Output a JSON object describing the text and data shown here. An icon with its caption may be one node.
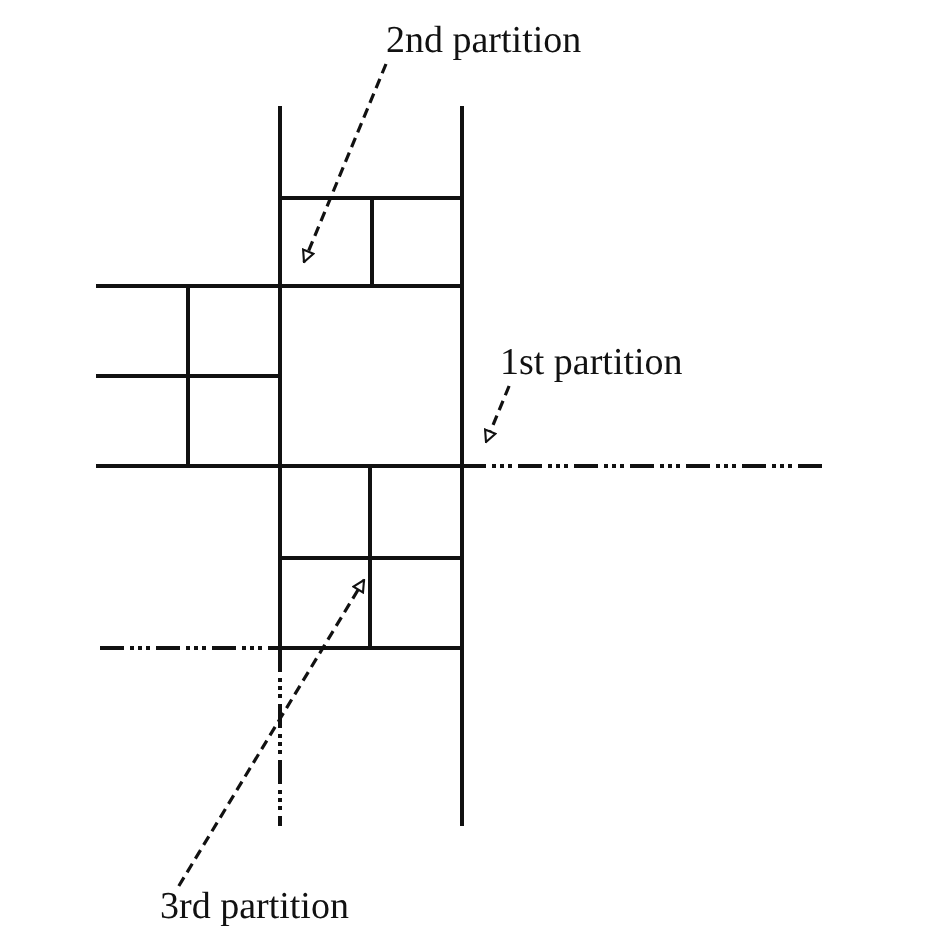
{
  "diagram": {
    "nodes": [
      {
        "text": [
          "2nd partition"
        ]
      },
      {
        "text": [
          "1st partition"
        ]
      },
      {
        "text": [
          "3rd partition"
        ]
      }
    ],
    "edges": [
      {
        "from": 0,
        "to": null,
        "arrow": "to",
        "style": "dashed"
      },
      {
        "from": 1,
        "to": null,
        "arrow": "to",
        "style": "dashed"
      },
      {
        "from": 2,
        "to": null,
        "arrow": "to",
        "style": "dashed"
      }
    ]
  }
}
